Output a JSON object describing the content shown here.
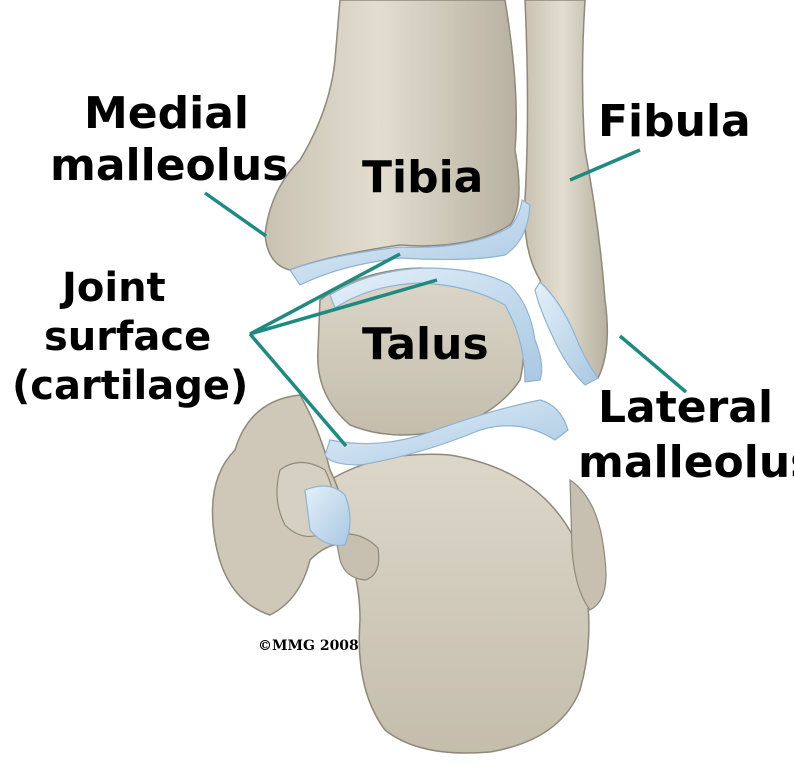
{
  "labels": {
    "medial_malleolus": [
      "Medial",
      "malleolus"
    ],
    "fibula": "Fibula",
    "tibia": "Tibia",
    "joint_surface": [
      "Joint",
      "surface",
      "(cartilage)"
    ],
    "talus": "Talus",
    "lateral_malleolus": [
      "Lateral",
      "malleolus"
    ],
    "copyright": "©MMG 2008"
  },
  "colors": {
    "bone": "#d9d3c5",
    "bone_shadow": "#b9b2a2",
    "bone_dark": "#8f897b",
    "cartilage": "#c9dff0",
    "cartilage_edge": "#8fb3d1",
    "leader_line": "#1f8a80",
    "text": "#000000",
    "background": "#ffffff"
  }
}
